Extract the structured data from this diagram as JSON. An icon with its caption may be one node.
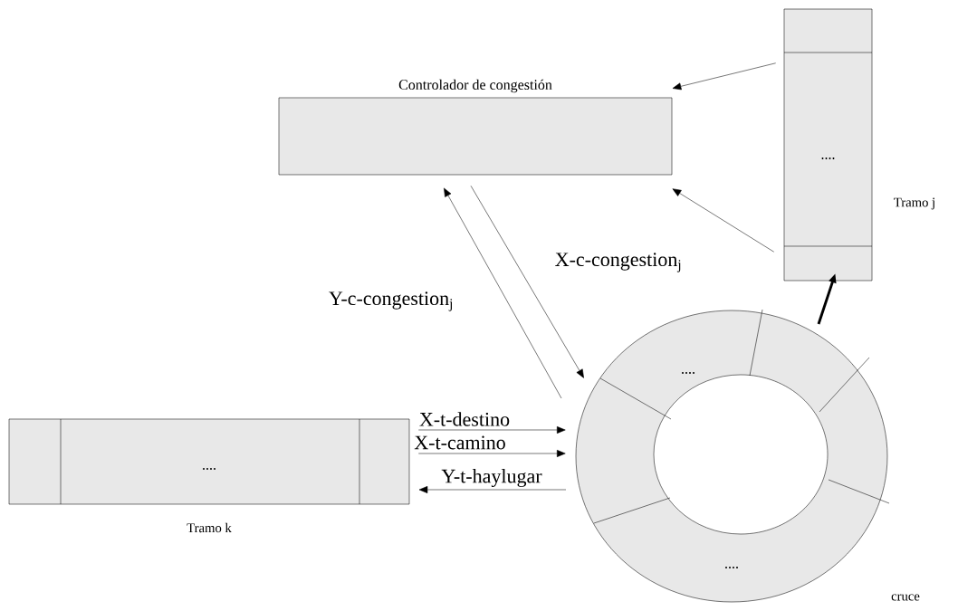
{
  "diagram": {
    "nodes": [
      {
        "text": [
          "Controlador de congestión"
        ]
      },
      {
        "text": [
          "...."
        ],
        "beside": [
          "Tramo j"
        ]
      },
      {
        "text": [
          "...."
        ],
        "beside": [
          "Tramo k"
        ]
      },
      {
        "text": [
          "....",
          "...."
        ],
        "beside": [
          "cruce"
        ]
      }
    ],
    "edges": [
      {
        "from": 1,
        "to": 0,
        "arrow": "to"
      },
      {
        "from": 1,
        "to": 0,
        "arrow": "to"
      },
      {
        "from": 0,
        "to": 3,
        "arrow": "to",
        "label": "X-c-congestion$_{j}$"
      },
      {
        "from": 3,
        "to": 0,
        "arrow": "to",
        "label": "Y-c-congestion$_{j}$"
      },
      {
        "from": 3,
        "to": 1,
        "arrow": "to",
        "style": "thick"
      },
      {
        "from": 2,
        "to": 3,
        "arrow": "to",
        "label": "X-t-destino"
      },
      {
        "from": 2,
        "to": 3,
        "arrow": "to",
        "label": "X-t-camino"
      },
      {
        "from": 3,
        "to": 2,
        "arrow": "to",
        "label": "Y-t-haylugar"
      }
    ]
  }
}
